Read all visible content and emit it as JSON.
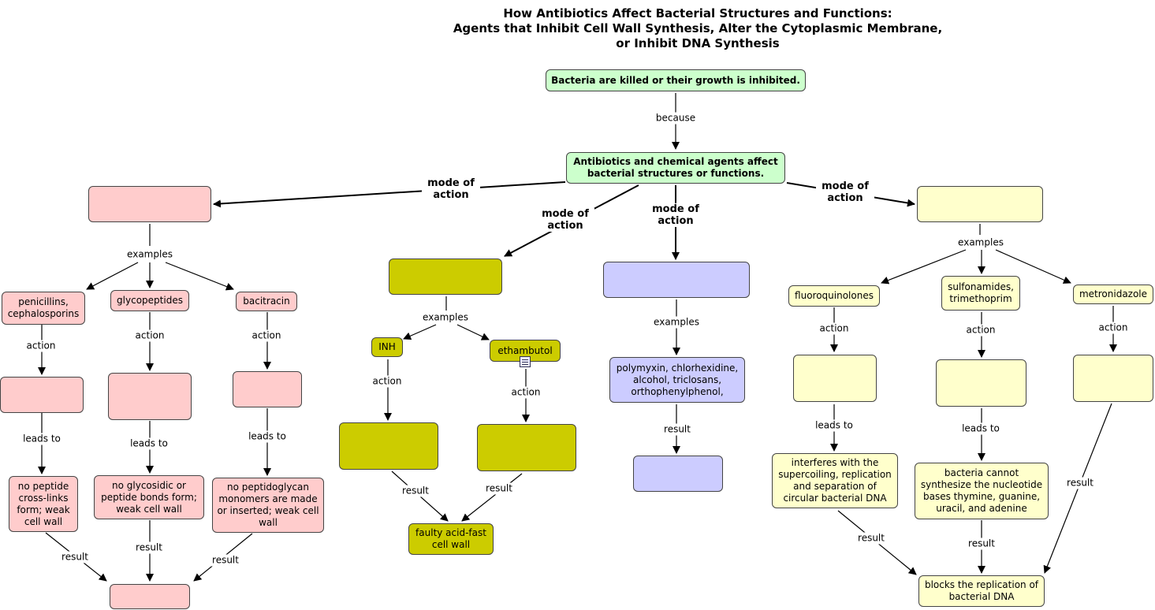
{
  "title": {
    "line1": "How Antibiotics Affect Bacterial Structures and Functions:",
    "line2": "Agents that Inhibit Cell Wall Synthesis, Alter the Cytoplasmic Membrane,",
    "line3": "or Inhibit DNA Synthesis"
  },
  "nodes": {
    "root": "Bacteria are killed or their growth is inhibited.",
    "agents": "Antibiotics and chemical agents affect bacterial structures or functions.",
    "cell_wall_group": "",
    "acid_fast_group": "",
    "membrane_group": "",
    "dna_group": "",
    "penicillins": "penicillins, cephalosporins",
    "glycopeptides": "glycopeptides",
    "bacitracin": "bacitracin",
    "penicillins_action": "",
    "glycopeptides_action": "",
    "bacitracin_action": "",
    "no_crosslinks": "no peptide cross-links form; weak cell wall",
    "no_glycosidic": "no glycosidic or peptide bonds form; weak cell wall",
    "no_peptidoglycan": "no peptidoglycan monomers are made or inserted; weak cell wall",
    "cell_wall_result": "",
    "inh": "INH",
    "ethambutol": "ethambutol",
    "inh_action": "",
    "ethambutol_action": "",
    "faulty_wall": "faulty acid-fast cell wall",
    "polymyxin": "polymyxin, chlorhexidine, alcohol, triclosans, orthophenylphenol,",
    "membrane_result": "",
    "fluoroquinolones": "fluoroquinolones",
    "sulfonamides": "sulfonamides, trimethoprim",
    "metronidazole": "metronidazole",
    "fluoro_action": "",
    "sulfa_action": "",
    "metro_action": "",
    "supercoiling": "interferes with the supercoiling, replication and separation of circular bacterial DNA",
    "nucleotides": "bacteria cannot synthesize the nucleotide bases thymine, guanine, uracil, and adenine",
    "blocks_dna": "blocks the replication of bacterial DNA"
  },
  "links": {
    "because": "because",
    "mode_of_action_1": "mode of action",
    "mode_of_action_2": "mode of action",
    "mode_of_action_3": "mode of action",
    "mode_of_action_4": "mode of action",
    "examples_1": "examples",
    "examples_2": "examples",
    "examples_3": "examples",
    "examples_4": "examples",
    "action_1": "action",
    "action_2": "action",
    "action_3": "action",
    "action_4": "action",
    "action_5": "action",
    "action_6": "action",
    "action_7": "action",
    "action_8": "action",
    "leads_to_1": "leads to",
    "leads_to_2": "leads to",
    "leads_to_3": "leads to",
    "leads_to_4": "leads to",
    "leads_to_5": "leads to",
    "result_1": "result",
    "result_2": "result",
    "result_3": "result",
    "result_4": "result",
    "result_5": "result",
    "result_6": "result",
    "result_7": "result",
    "result_8": "result",
    "result_9": "result"
  },
  "colors": {
    "green": "#ccffcc",
    "pink": "#ffcccc",
    "olive": "#cccc00",
    "lavender": "#ccccff",
    "yellow": "#ffffcc"
  },
  "icons": {
    "doc_icon": "document-icon"
  }
}
